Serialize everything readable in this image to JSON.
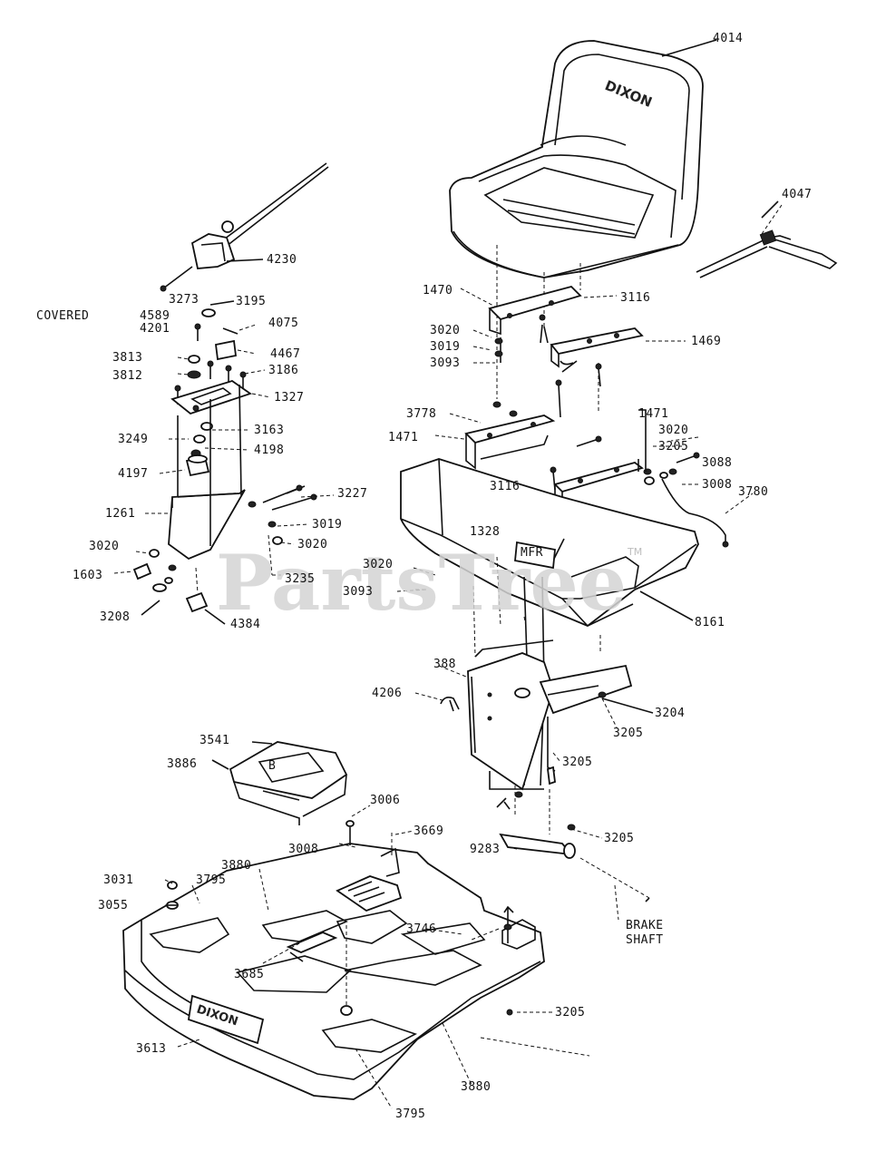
{
  "watermark": {
    "text": "PartsTree",
    "tm": "TM"
  },
  "brand": {
    "seat": "DIXON",
    "base": "DIXON"
  },
  "labels": {
    "l4014": "4014",
    "l4047": "4047",
    "l4230": "4230",
    "l3273": "3273",
    "l3195": "3195",
    "covered": "COVERED",
    "l4589": "4589",
    "l4201": "4201",
    "l4075": "4075",
    "l3813": "3813",
    "l4467": "4467",
    "l3812": "3812",
    "l3186": "3186",
    "l1327": "1327",
    "l3249": "3249",
    "l3163": "3163",
    "l4198": "4198",
    "l4197": "4197",
    "l3227": "3227",
    "l1261": "1261",
    "l3019": "3019",
    "l3020a": "3020",
    "l3020b": "3020",
    "l1603": "1603",
    "l3235": "3235",
    "l3208": "3208",
    "l4384": "4384",
    "l1470": "1470",
    "l3116a": "3116",
    "l3020c": "3020",
    "l3019b": "3019",
    "l3093a": "3093",
    "l1469": "1469",
    "l3778": "3778",
    "l1471a": "1471",
    "l1471b": "1471",
    "l3020d": "3020",
    "l3205a": "3205",
    "l3088": "3088",
    "l3008a": "3008",
    "l3116b": "3116",
    "l3780": "3780",
    "l1328": "1328",
    "l3020e": "3020",
    "l3093b": "3093",
    "l8161": "8161",
    "l388": "388",
    "l4206": "4206",
    "l3204": "3204",
    "l3205b": "3205",
    "l3205c": "3205",
    "l3541": "3541",
    "l3886": "3886",
    "l3006": "3006",
    "l3008b": "3008",
    "l3669": "3669",
    "l3880": "3880",
    "l3031": "3031",
    "l3795a": "3795",
    "l3055": "3055",
    "l3205d": "3205",
    "l9283": "9283",
    "brake": "BRAKE",
    "shaft": "SHAFT",
    "l3746": "3746",
    "l3685": "3685",
    "l3613": "3613",
    "l3205e": "3205",
    "l3880b": "3880",
    "l3795b": "3795"
  }
}
